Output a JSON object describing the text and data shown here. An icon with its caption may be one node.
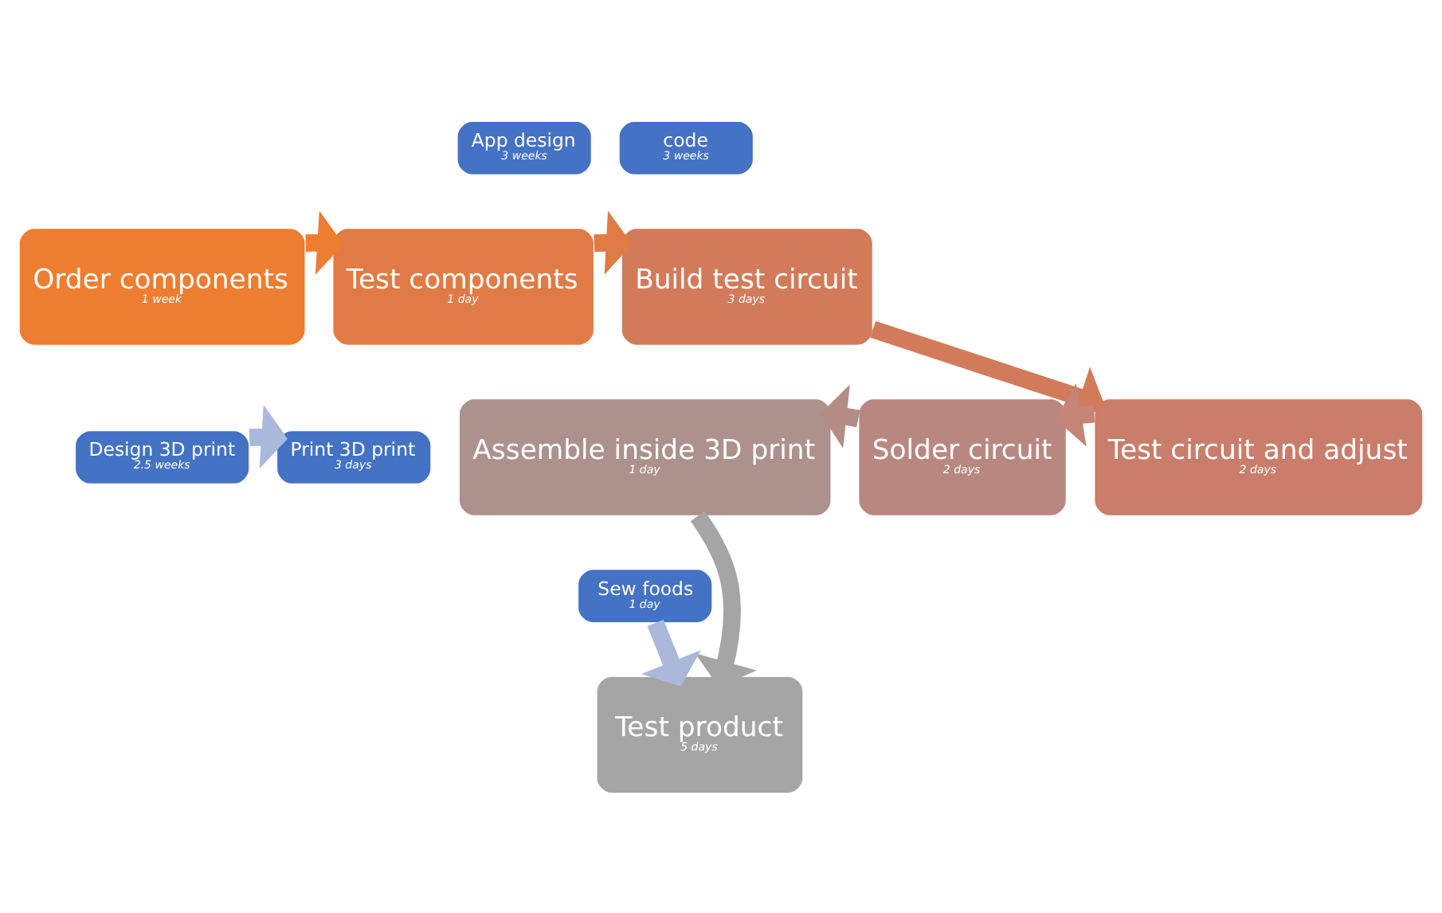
{
  "diagram": {
    "nodes": [
      {
        "text": [
          "Order components",
          "1 week"
        ]
      },
      {
        "text": [
          "Design 3D print",
          "2.5 weeks"
        ]
      },
      {
        "text": [
          "Test components",
          "1 day"
        ]
      },
      {
        "text": [
          "App design",
          "3 weeks"
        ]
      },
      {
        "text": [
          "Print 3D print",
          "3 days"
        ]
      },
      {
        "text": [
          "Build test circuit",
          "3 days"
        ]
      },
      {
        "text": [
          "code",
          "3 weeks"
        ]
      },
      {
        "text": [
          "Test circuit and adjust",
          "2 days"
        ]
      },
      {
        "text": [
          "Solder circuit",
          "2 days"
        ]
      },
      {
        "text": [
          "Assemble inside 3D print",
          "1 day"
        ]
      },
      {
        "text": [
          "Sew foods",
          "1 day"
        ]
      },
      {
        "text": [
          "Test product",
          "5 days"
        ]
      }
    ],
    "edges": [
      {
        "from": 0,
        "to": 2,
        "arrow": "to",
        "color": "#ed7d31"
      },
      {
        "from": 1,
        "to": 4,
        "arrow": "to",
        "color": "#aab8dc"
      },
      {
        "from": 2,
        "to": 5,
        "arrow": "to",
        "color": "#e07b45"
      },
      {
        "from": 5,
        "to": 7,
        "arrow": "to",
        "color": "#d27b5a"
      },
      {
        "from": 7,
        "to": 8,
        "arrow": "to",
        "color": "#c48476"
      },
      {
        "from": 8,
        "to": 9,
        "arrow": "to",
        "color": "#b48b85"
      },
      {
        "from": 9,
        "to": 11,
        "arrow": "to",
        "color": "#a5a5a5"
      },
      {
        "from": 10,
        "to": 11,
        "arrow": "to",
        "color": "#aab8dc"
      }
    ]
  }
}
